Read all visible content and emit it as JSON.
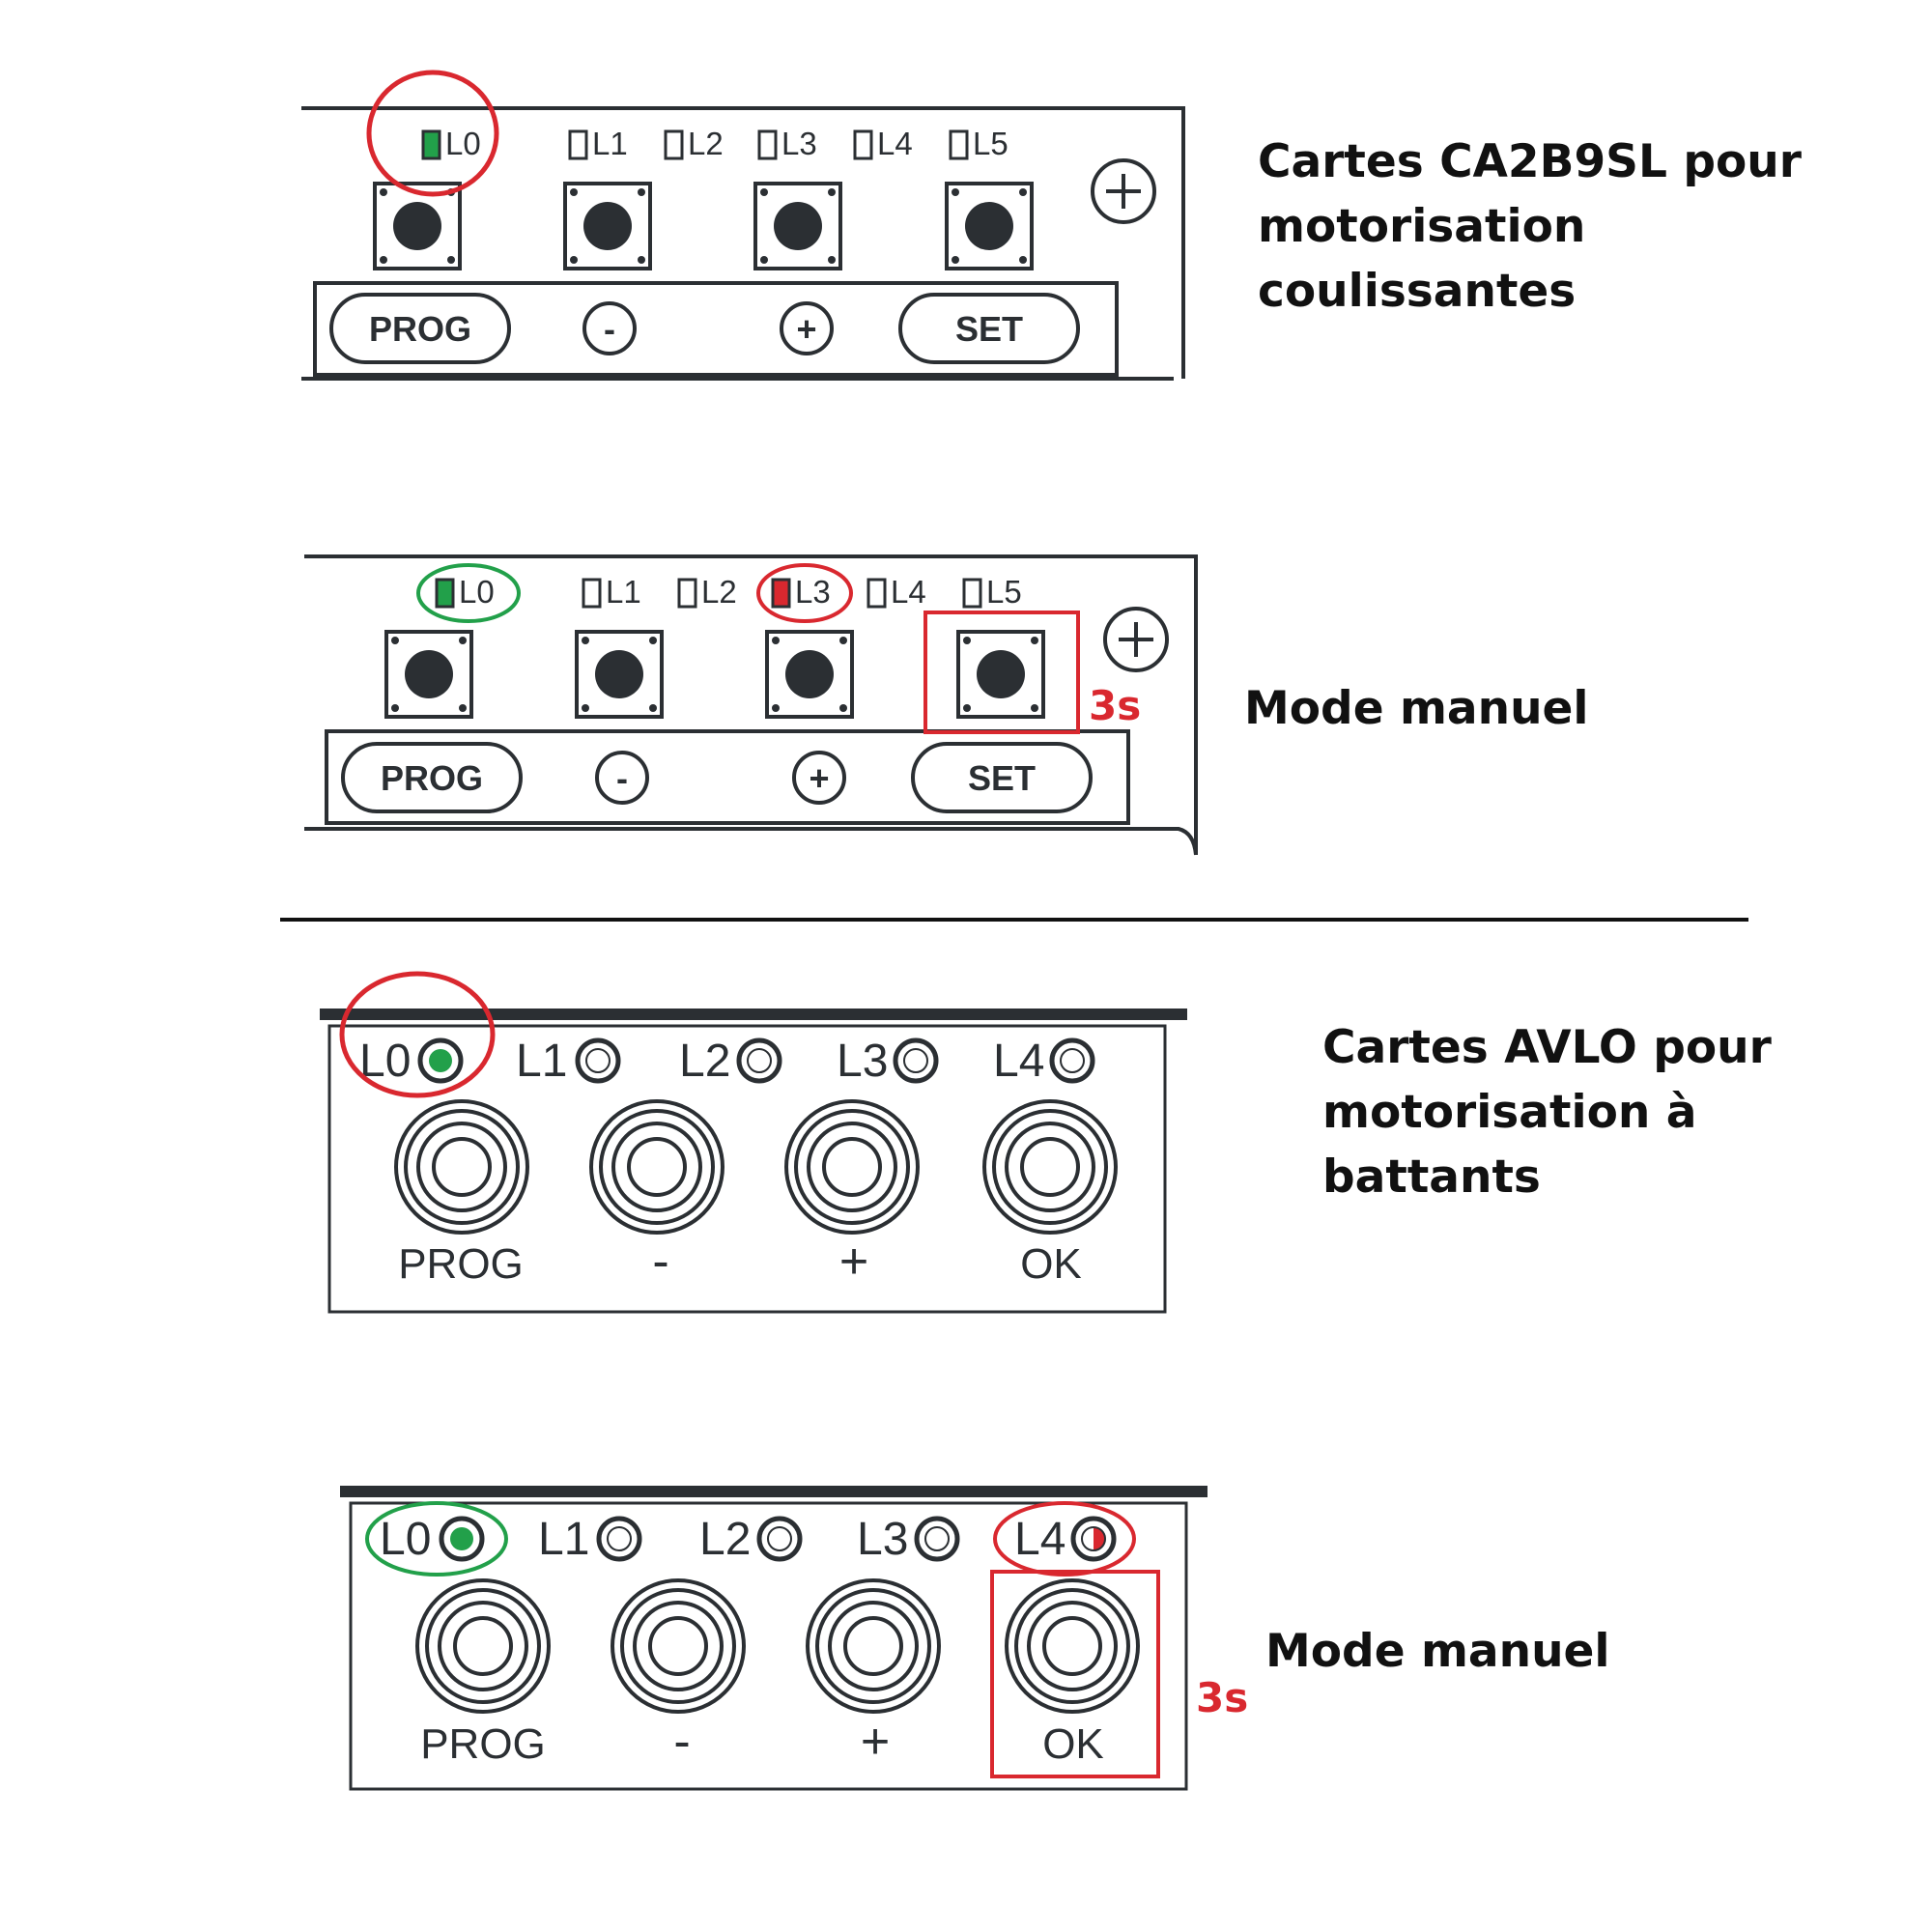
{
  "colors": {
    "stroke": "#2b2f33",
    "green": "#22a04a",
    "red": "#d9282f",
    "text": "#111111"
  },
  "sliding_board": {
    "caption": "Cartes CA2B9SL pour\nmotorisation\ncoulissantes",
    "leds": [
      "L0",
      "L1",
      "L2",
      "L3",
      "L4",
      "L5"
    ],
    "button_labels": [
      "PROG",
      "-",
      "+",
      "SET"
    ]
  },
  "sliding_manual": {
    "caption": "Mode manuel",
    "leds": [
      "L0",
      "L1",
      "L2",
      "L3",
      "L4",
      "L5"
    ],
    "button_labels": [
      "PROG",
      "-",
      "+",
      "SET"
    ],
    "hold_time": "3s"
  },
  "swing_board": {
    "caption": "Cartes AVLO pour\nmotorisation à\nbattants",
    "leds": [
      "L0",
      "L1",
      "L2",
      "L3",
      "L4"
    ],
    "button_labels": [
      "PROG",
      "-",
      "+",
      "OK"
    ]
  },
  "swing_manual": {
    "caption": "Mode manuel",
    "leds": [
      "L0",
      "L1",
      "L2",
      "L3",
      "L4"
    ],
    "button_labels": [
      "PROG",
      "-",
      "+",
      "OK"
    ],
    "hold_time": "3s"
  }
}
